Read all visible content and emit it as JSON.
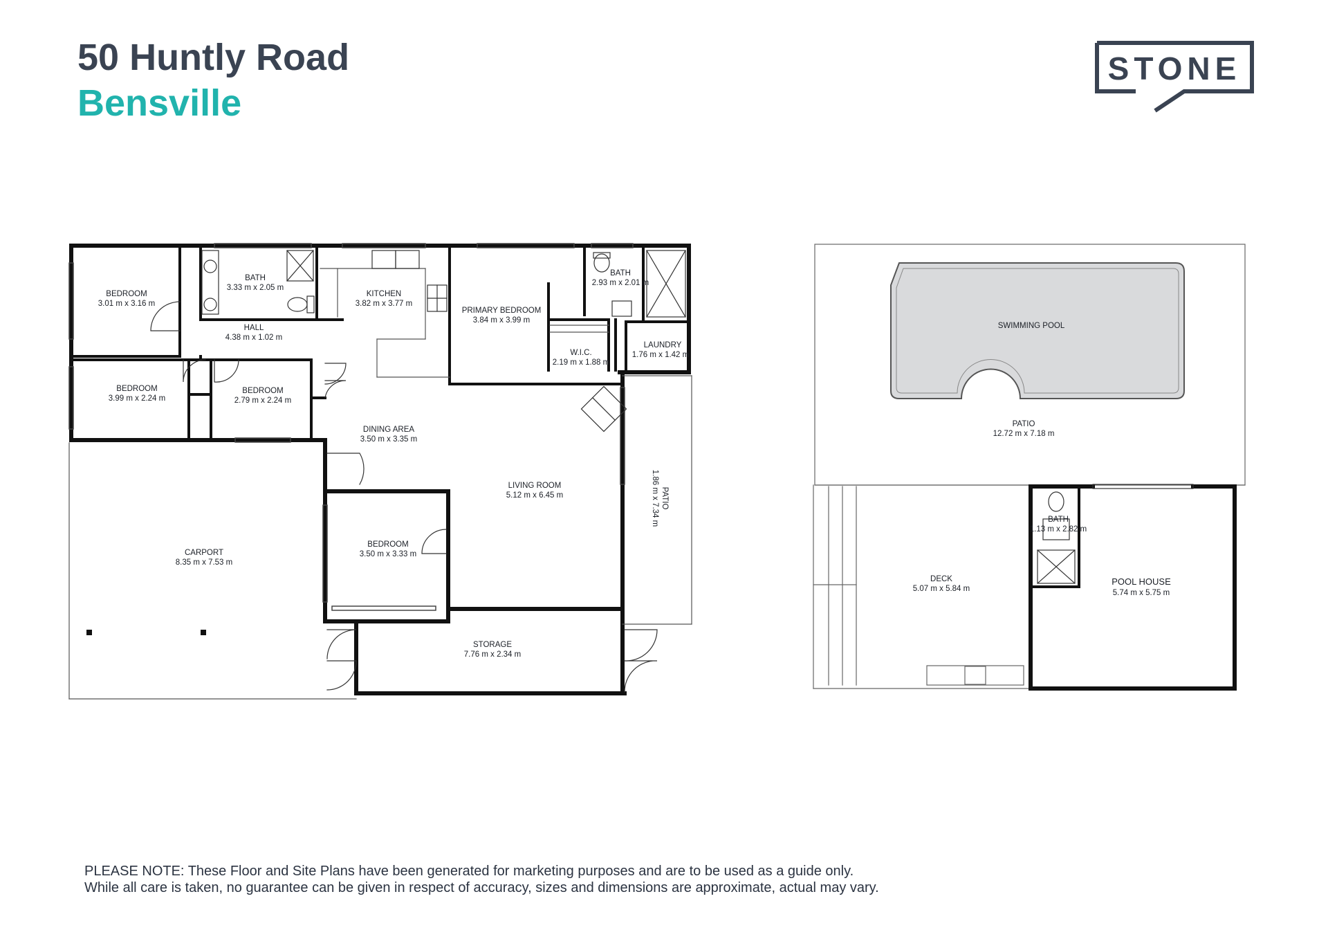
{
  "header": {
    "street": "50 Huntly Road",
    "suburb": "Bensville"
  },
  "brand": {
    "name": "STONE",
    "color": "#3a4352",
    "accent": "#21b3ad"
  },
  "rooms": {
    "bedroom1": {
      "label": "BEDROOM",
      "size": "3.01 m x 3.16 m"
    },
    "bath1": {
      "label": "BATH",
      "size": "3.33 m x 2.05 m"
    },
    "kitchen": {
      "label": "KITCHEN",
      "size": "3.82 m x 3.77 m"
    },
    "primary": {
      "label": "PRIMARY BEDROOM",
      "size": "3.84 m x 3.99 m"
    },
    "bath2": {
      "label": "BATH",
      "size": "2.93 m x 2.01 m"
    },
    "hall": {
      "label": "HALL",
      "size": "4.38 m x 1.02 m"
    },
    "wic": {
      "label": "W.I.C.",
      "size": "2.19 m x 1.88 m"
    },
    "laundry": {
      "label": "LAUNDRY",
      "size": "1.76 m x 1.42 m"
    },
    "bedroom2": {
      "label": "BEDROOM",
      "size": "3.99 m x 2.24 m"
    },
    "bedroom3": {
      "label": "BEDROOM",
      "size": "2.79 m x 2.24 m"
    },
    "dining": {
      "label": "DINING AREA",
      "size": "3.50 m x 3.35 m"
    },
    "living": {
      "label": "LIVING ROOM",
      "size": "5.12 m x 6.45 m"
    },
    "patio_side": {
      "label": "PATIO",
      "size": "1.86 m x 7.34 m"
    },
    "carport": {
      "label": "CARPORT",
      "size": "8.35 m x 7.53 m"
    },
    "bedroom4": {
      "label": "BEDROOM",
      "size": "3.50 m x 3.33 m"
    },
    "storage": {
      "label": "STORAGE",
      "size": "7.76 m x 2.34 m"
    },
    "pool": {
      "label": "SWIMMING POOL"
    },
    "patio_site": {
      "label": "PATIO",
      "size": "12.72 m x 7.18 m"
    },
    "deck": {
      "label": "DECK",
      "size": "5.07 m x 5.84 m"
    },
    "bath3": {
      "label": "BATH",
      "size": "1.13 m x 2.82 m"
    },
    "poolhouse": {
      "label": "POOL HOUSE",
      "size": "5.74 m x 5.75 m"
    }
  },
  "disclaimer": {
    "line1": "PLEASE NOTE: These Floor and Site Plans have been generated for marketing purposes and are to be used as a guide only.",
    "line2": "While all care is taken, no guarantee can be given in respect of accuracy, sizes and dimensions are approximate, actual may vary."
  }
}
